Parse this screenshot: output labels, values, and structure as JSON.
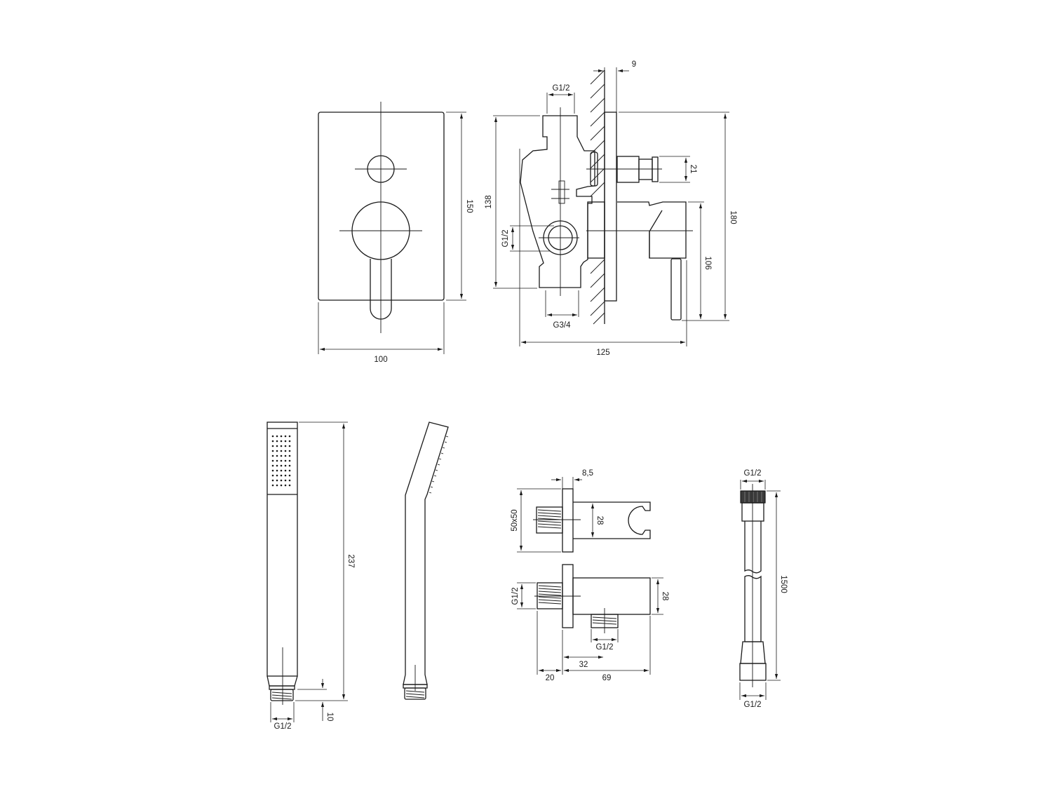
{
  "drawing": {
    "views": {
      "front_mixer": {
        "width_label": "100",
        "height_label": "150"
      },
      "side_mixer": {
        "top_inlet_label": "G1/2",
        "side_inlet_label": "G1/2",
        "bottom_outlet_label": "G3/4",
        "body_height_label": "138",
        "plate_offset_label": "9",
        "diverter_label": "21",
        "total_height_label": "180",
        "handle_height_label": "106",
        "depth_label": "125"
      },
      "hand_shower": {
        "length_label": "237",
        "thread_label": "G1/2",
        "thread_length_label": "10"
      },
      "wall_outlet_holder": {
        "plate_thickness_label": "8,5",
        "plate_size_label": "50x50",
        "holder_height_label": "28",
        "body_height_label": "28",
        "inlet_thread_label": "G1/2",
        "outlet_thread_label": "G1/2",
        "outlet_offset_label": "32",
        "thread_length_label": "20",
        "body_length_label": "69"
      },
      "hose": {
        "top_thread_label": "G1/2",
        "length_label": "1500",
        "bottom_thread_label": "G1/2"
      }
    }
  }
}
